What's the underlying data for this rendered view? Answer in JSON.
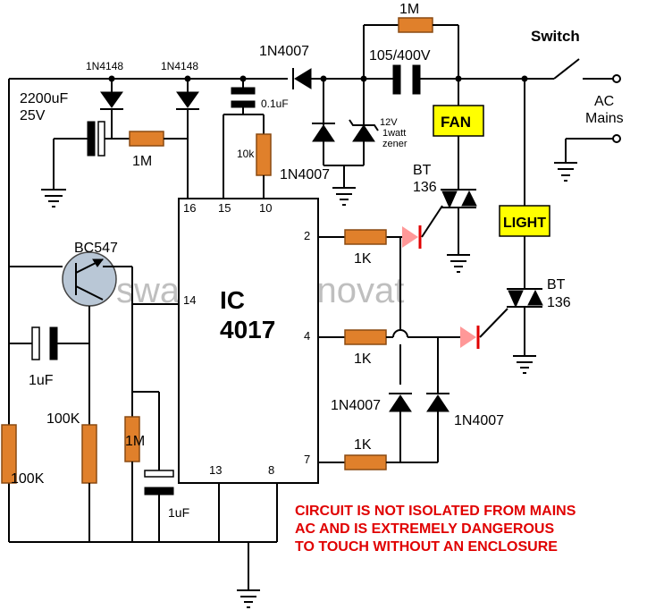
{
  "diagram": {
    "labels": {
      "switch": "Switch",
      "ac_line1": "AC",
      "ac_line2": "Mains",
      "r_1m_top": "1M",
      "cap_105": "105/400V",
      "d_1n4007_top": "1N4007",
      "d_1n4148_a": "1N4148",
      "d_1n4148_b": "1N4148",
      "cap_2200_v": "2200uF",
      "cap_2200_volt": "25V",
      "r_1m_mid": "1M",
      "cap_01u": "0.1uF",
      "r_10k": "10k",
      "d_1n4007_mid": "1N4007",
      "zener_v": "12V",
      "zener_w": "1watt",
      "zener_t": "zener",
      "fan": "FAN",
      "bt_a": "BT",
      "bt_a_num": "136",
      "light": "LIGHT",
      "bt_b": "BT",
      "bt_b_num": "136",
      "bc547": "BC547",
      "ic_label": "IC",
      "ic_num": "4017",
      "pin16": "16",
      "pin15": "15",
      "pin10": "10",
      "pin2": "2",
      "pin4": "4",
      "pin7": "7",
      "pin14": "14",
      "pin13": "13",
      "pin8": "8",
      "r_1k_a": "1K",
      "r_1k_b": "1K",
      "r_1k_c": "1K",
      "d_1n4007_l": "1N4007",
      "d_1n4007_r": "1N4007",
      "cap_1u_left": "1uF",
      "r_100k_a": "100K",
      "r_100k_b": "100K",
      "r_1m_low": "1M",
      "cap_1u_low": "1uF",
      "watermark": "swagatam innovat",
      "warning_1": "CIRCUIT IS NOT ISOLATED FROM MAINS",
      "warning_2": "AC AND IS EXTREMELY DANGEROUS",
      "warning_3": "TO TOUCH WITHOUT AN ENCLOSURE"
    },
    "colors": {
      "wire": "#000000",
      "resistor": "#e0802b",
      "highlight_box": "#ffff00",
      "warning_text": "#e00000",
      "led": "#ff4444",
      "watermark": "#b0b0b0"
    }
  }
}
